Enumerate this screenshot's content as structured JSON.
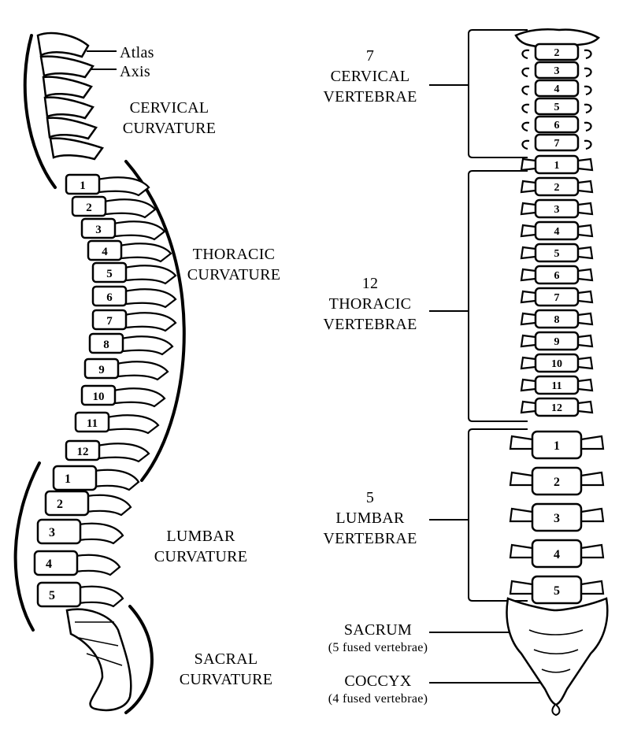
{
  "left_view": {
    "atlas": "Atlas",
    "axis": "Axis",
    "cervical": [
      "CERVICAL",
      "CURVATURE"
    ],
    "thoracic": [
      "THORACIC",
      "CURVATURE"
    ],
    "lumbar": [
      "LUMBAR",
      "CURVATURE"
    ],
    "sacral": [
      "SACRAL",
      "CURVATURE"
    ],
    "thoracic_numbers": [
      "1",
      "2",
      "3",
      "4",
      "5",
      "6",
      "7",
      "8",
      "9",
      "10",
      "11",
      "12"
    ],
    "lumbar_numbers": [
      "1",
      "2",
      "3",
      "4",
      "5"
    ]
  },
  "right_view": {
    "cervical": [
      "7",
      "CERVICAL",
      "VERTEBRAE"
    ],
    "thoracic": [
      "12",
      "THORACIC",
      "VERTEBRAE"
    ],
    "lumbar": [
      "5",
      "LUMBAR",
      "VERTEBRAE"
    ],
    "sacrum": [
      "SACRUM",
      "(5 fused vertebrae)"
    ],
    "coccyx": [
      "COCCYX",
      "(4 fused vertebrae)"
    ],
    "cervical_numbers": [
      "2",
      "3",
      "4",
      "5",
      "6",
      "7"
    ],
    "thoracic_numbers": [
      "1",
      "2",
      "3",
      "4",
      "5",
      "6",
      "7",
      "8",
      "9",
      "10",
      "11",
      "12"
    ],
    "lumbar_numbers": [
      "1",
      "2",
      "3",
      "4",
      "5"
    ]
  },
  "colors": {
    "ink": "#000000",
    "paper": "#ffffff"
  }
}
